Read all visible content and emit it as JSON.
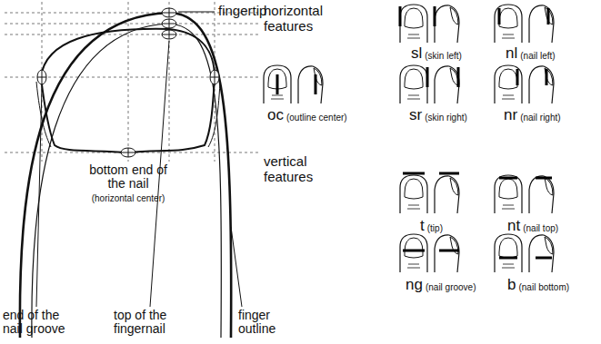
{
  "diagram": {
    "labels": [
      "fingertip",
      "bottom end of the nail",
      "(horizontal center)",
      "end of the nail groove",
      "top of the fingernail",
      "finger outline",
      "horizontal features",
      "sl",
      "(skin left)",
      "nl",
      "(nail left)",
      "oc",
      "(outline center)",
      "sr",
      "(skin right)",
      "nr",
      "(nail right)",
      "vertical features",
      "t",
      "(tip)",
      "nt",
      "(nail top)",
      "ng",
      "(nail groove)",
      "b",
      "(nail bottom)"
    ]
  }
}
